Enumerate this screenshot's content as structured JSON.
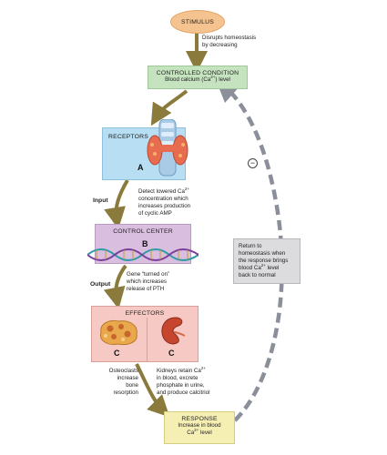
{
  "stimulus": {
    "title": "STIMULUS",
    "desc_line1": "Disrupts homeostasis",
    "desc_line2": "by decreasing"
  },
  "controlled_condition": {
    "title": "CONTROLLED CONDITION",
    "line2_pre": "Blood calcium (Ca",
    "line2_sup": "2+",
    "line2_post": ") level"
  },
  "receptors": {
    "title": "RECEPTORS",
    "letter": "A",
    "desc_line1_pre": "Detect lowered Ca",
    "desc_line1_sup": "2+",
    "desc_line2": "concentration which",
    "desc_line3": "increases production",
    "desc_line4": "of cyclic AMP"
  },
  "input_label": "Input",
  "control_center": {
    "title": "CONTROL CENTER",
    "letter": "B",
    "desc_line1": "Gene “turned on”",
    "desc_line2": "which increases",
    "desc_line3": "release of PTH"
  },
  "output_label": "Output",
  "effectors": {
    "title": "EFFECTORS",
    "letter_left": "C",
    "letter_right": "C",
    "left_line1": "Osteoclasts",
    "left_line2": "increase",
    "left_line3": "bone",
    "left_line4": "resorption",
    "right_line1_pre": "Kidneys retain Ca",
    "right_line1_sup": "2+",
    "right_line2": "in blood, excrete",
    "right_line3": "phosphate in urine,",
    "right_line4": "and produce calcitriol"
  },
  "response": {
    "title": "RESPONSE",
    "line2": "Increase in blood",
    "line3_pre": "Ca",
    "line3_sup": "2+",
    "line3_post": " level"
  },
  "feedback": {
    "sign": "−",
    "line1": "Return to",
    "line2": "homeostasis when",
    "line3": "the response brings",
    "line4_pre": "blood Ca",
    "line4_sup": "2+",
    "line4_post": " level",
    "line5": "back to normal"
  },
  "colors": {
    "stimulus_fill": "#f5c38f",
    "controlled_fill": "#c6e3bf",
    "receptors_fill": "#b7def2",
    "control_center_fill": "#d9bedf",
    "effectors_fill": "#f6c9c4",
    "response_fill": "#f6efb4",
    "feedback_fill": "#dcdcdf",
    "arrow_olive": "#8a7a3c",
    "dash_gray": "#8a8f99"
  }
}
